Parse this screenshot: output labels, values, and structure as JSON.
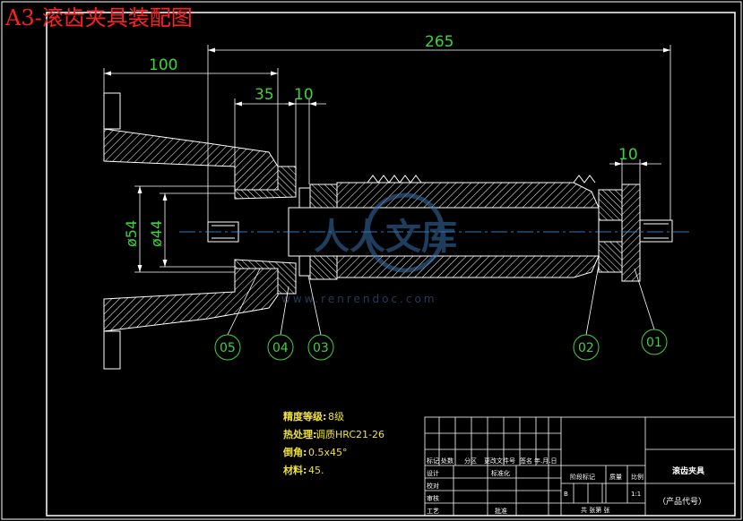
{
  "title": "A3-滚齿夹具装配图",
  "dimensions": {
    "overall_length": "265",
    "left_length": "100",
    "dim_35": "35",
    "dim_10_left": "10",
    "dim_10_right": "10",
    "dia_54": "ø54",
    "dia_44": "ø44"
  },
  "balloons": [
    "05",
    "04",
    "03",
    "02",
    "01"
  ],
  "tech_notes": [
    {
      "label": "精度等级:",
      "value": "8级"
    },
    {
      "label": "热处理:",
      "value": "调质HRC21-26"
    },
    {
      "label": "倒角:",
      "value": "0.5x45°"
    },
    {
      "label": "材料:",
      "value": "45."
    }
  ],
  "title_block": {
    "rev_headers": [
      "标记",
      "处数",
      "分区",
      "更改文件号",
      "签名",
      "年.月.日"
    ],
    "rows": [
      "设计",
      "校对",
      "审核",
      "工艺"
    ],
    "std": "标准化",
    "approve": "批准",
    "stage_mark": "阶段标记",
    "mass": "质量",
    "scale_label": "比例",
    "scale": "1:1",
    "stage_letter": "B",
    "sheets": "共    张第    张",
    "part_name": "滚齿夹具",
    "product_code": "（产品代号）"
  },
  "watermark": {
    "logo": "人人文库",
    "url": "www.renrendoc.com"
  },
  "colors": {
    "background": "#000000",
    "geometry": "#ffffff",
    "dimension": "#3fd23f",
    "title": "#ff2020",
    "notes": "#f0e23a",
    "centerline": "#3aa0ff"
  }
}
